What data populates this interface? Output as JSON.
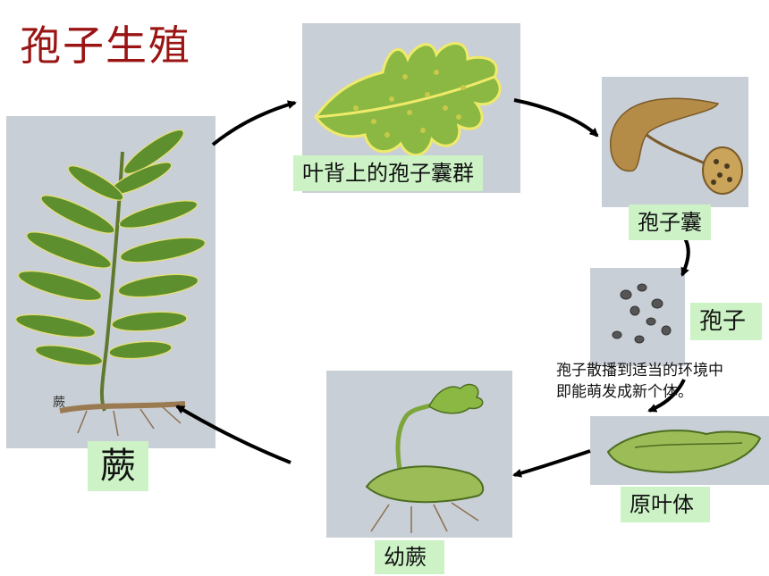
{
  "title": "孢子生殖",
  "fern_tag": "蕨",
  "labels": {
    "fern": "蕨",
    "sori": "叶背上的孢子囊群",
    "sporangium": "孢子囊",
    "spore": "孢子",
    "prothallus": "原叶体",
    "young_fern": "幼蕨"
  },
  "note": "孢子散播到适当的环境中\n即能萌发成新个体。",
  "colors": {
    "title": "#9b1414",
    "label_bg": "#ccf2c6",
    "leaf_green": "#7da63a",
    "leaf_edge": "#4c6d1f",
    "arrow": "#000000",
    "photo_bg": "#c9cfd6"
  }
}
